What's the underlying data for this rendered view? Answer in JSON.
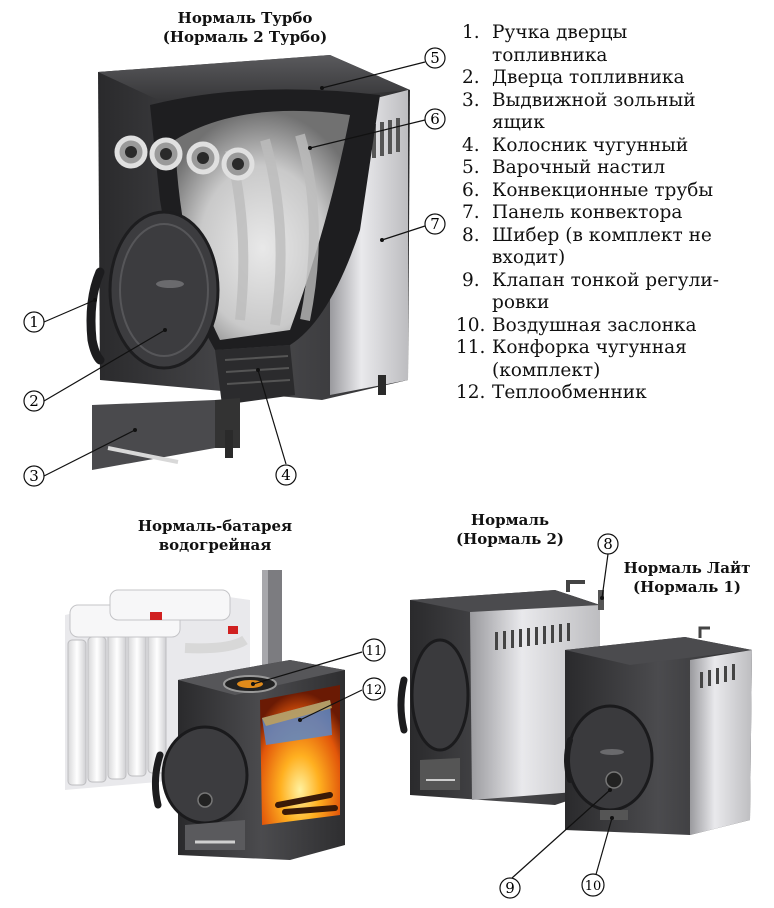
{
  "titles": {
    "turbo": [
      "Нормаль Турбо",
      "(Нормаль 2 Турбо)"
    ],
    "battery": [
      "Нормаль-батарея",
      "водогрейная"
    ],
    "normal": [
      "Нормаль",
      "(Нормаль 2)"
    ],
    "light": [
      "Нормаль Лайт",
      "(Нормаль 1)"
    ]
  },
  "legend": [
    {
      "num": "1.",
      "lines": [
        "Ручка дверцы",
        "топливника"
      ]
    },
    {
      "num": "2.",
      "lines": [
        "Дверца топливника"
      ]
    },
    {
      "num": "3.",
      "lines": [
        "Выдвижной зольный",
        "ящик"
      ]
    },
    {
      "num": "4.",
      "lines": [
        "Колосник чугунный"
      ]
    },
    {
      "num": "5.",
      "lines": [
        "Варочный настил"
      ]
    },
    {
      "num": "6.",
      "lines": [
        "Конвекционные трубы"
      ]
    },
    {
      "num": "7.",
      "lines": [
        "Панель конвектора"
      ]
    },
    {
      "num": "8.",
      "lines": [
        "Шибер (в комплект не",
        "входит)"
      ]
    },
    {
      "num": "9.",
      "lines": [
        "Клапан тонкой регули-",
        "ровки"
      ]
    },
    {
      "num": "10.",
      "lines": [
        "Воздушная заслонка"
      ]
    },
    {
      "num": "11.",
      "lines": [
        "Конфорка чугунная",
        "(комплект)"
      ]
    },
    {
      "num": "12.",
      "lines": [
        "Теплообменник"
      ]
    }
  ],
  "callouts": [
    "1",
    "2",
    "3",
    "4",
    "5",
    "6",
    "7",
    "8",
    "9",
    "10",
    "11",
    "12"
  ],
  "colors": {
    "steel_dark": "#3a3a3c",
    "steel_mid": "#6b6b6e",
    "steel_light": "#c9c9cc",
    "fire": "#f07a12",
    "flame_white": "#f4f4f4"
  }
}
